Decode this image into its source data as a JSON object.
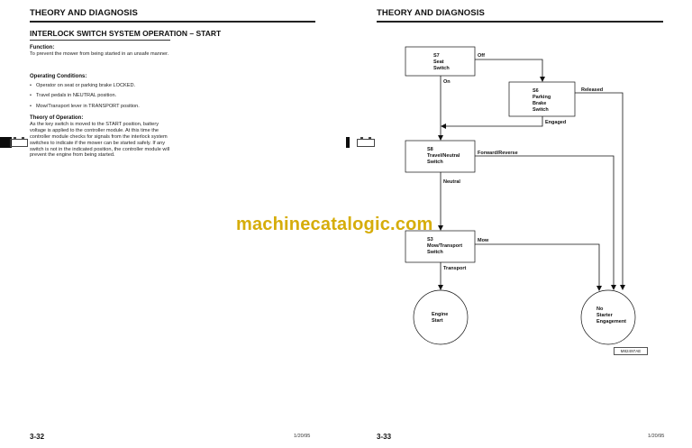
{
  "left_page": {
    "header": "THEORY AND DIAGNOSIS",
    "section_title": "INTERLOCK SWITCH SYSTEM OPERATION – START",
    "function": {
      "heading": "Function:",
      "text": "To prevent the mower from being started in an unsafe manner."
    },
    "operating_conditions": {
      "heading": "Operating Conditions:",
      "items": [
        "Operator on seat or parking brake LOCKED.",
        "Travel pedals in NEUTRAL position.",
        "Mow/Transport lever in TRANSPORT position."
      ]
    },
    "theory": {
      "heading": "Theory of Operation:",
      "text": "As the key switch is moved to the START position, battery voltage is applied to the controller module. At this time the controller module checks for signals from the interlock system switches to indicate if the mower can be started safely. If any switch is not in the indicated position, the controller module will prevent the engine from being started."
    },
    "page_number": "3-32",
    "date": "1/20/95"
  },
  "right_page": {
    "header": "THEORY AND DIAGNOSIS",
    "page_number": "3-33",
    "date": "1/20/95",
    "figure_id": "M82497AE"
  },
  "diagram": {
    "nodes": {
      "s7": [
        "S7",
        "Seat",
        "Switch"
      ],
      "s6": [
        "S6",
        "Parking",
        "Brake",
        "Switch"
      ],
      "s8": [
        "S8",
        "Travel/Neutral",
        "Switch"
      ],
      "s3": [
        "S3",
        "Mow/Transport",
        "Switch"
      ],
      "engine_start": [
        "Engine",
        "Start"
      ],
      "no_starter": [
        "No",
        "Starter",
        "Engagement"
      ]
    },
    "edges": {
      "off": "Off",
      "on": "On",
      "released": "Released",
      "engaged": "Engaged",
      "forward_reverse": "Forward/Reverse",
      "neutral": "Neutral",
      "mow": "Mow",
      "transport": "Transport"
    }
  },
  "watermark": "machinecatalogic.com"
}
